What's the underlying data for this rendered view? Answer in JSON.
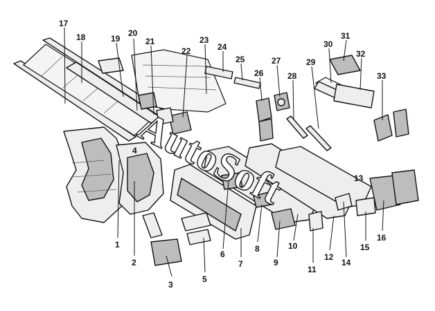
{
  "diagram": {
    "watermark": "AutoSoft",
    "labels": [
      "1",
      "2",
      "3",
      "4",
      "5",
      "6",
      "7",
      "8",
      "9",
      "10",
      "11",
      "12",
      "13",
      "14",
      "15",
      "16",
      "17",
      "18",
      "19",
      "20",
      "21",
      "22",
      "23",
      "24",
      "25",
      "26",
      "27",
      "28",
      "29",
      "30",
      "31",
      "32",
      "33"
    ]
  }
}
